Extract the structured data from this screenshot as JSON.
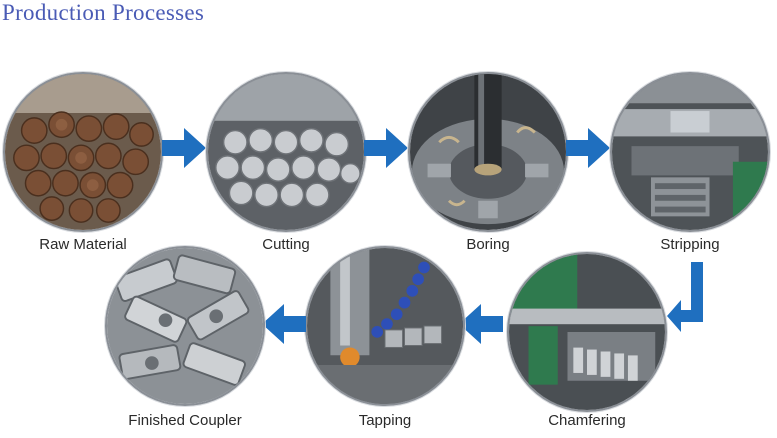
{
  "title": "Production Processes",
  "colors": {
    "title": "#4a5bb5",
    "arrow": "#1f6fbf",
    "label": "#2a2a2a"
  },
  "steps": [
    {
      "label": "Raw Material",
      "icon": "round-steel-bars-photo"
    },
    {
      "label": "Cutting",
      "icon": "cut-bar-ends-photo"
    },
    {
      "label": "Boring",
      "icon": "drill-chuck-photo"
    },
    {
      "label": "Stripping",
      "icon": "lathe-stripping-photo"
    },
    {
      "label": "Chamfering",
      "icon": "lathe-chamfering-photo"
    },
    {
      "label": "Tapping",
      "icon": "tapping-machine-photo"
    },
    {
      "label": "Finished Coupler",
      "icon": "finished-couplers-photo"
    }
  ]
}
